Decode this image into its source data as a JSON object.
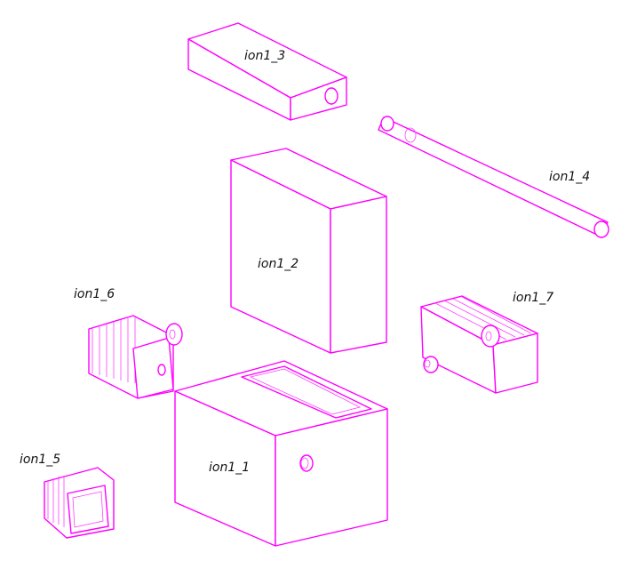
{
  "diagram": {
    "line_color": "#ff00ff",
    "parts": [
      {
        "id": "part-1",
        "label": "ion1_1"
      },
      {
        "id": "part-2",
        "label": "ion1_2"
      },
      {
        "id": "part-3",
        "label": "ion1_3"
      },
      {
        "id": "part-4",
        "label": "ion1_4"
      },
      {
        "id": "part-5",
        "label": "ion1_5"
      },
      {
        "id": "part-6",
        "label": "ion1_6"
      },
      {
        "id": "part-7",
        "label": "ion1_7"
      }
    ]
  }
}
